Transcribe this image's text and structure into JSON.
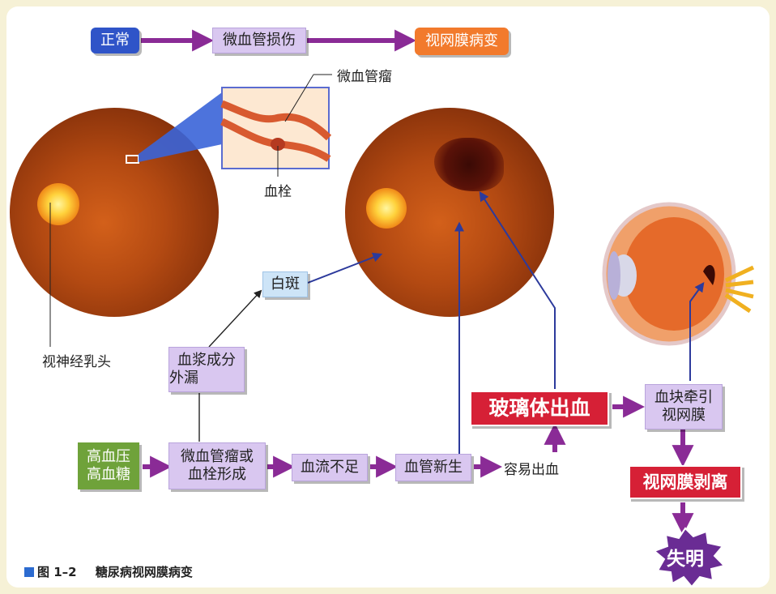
{
  "flow_top": {
    "normal": "正常",
    "damage": "微血管损伤",
    "retinopathy": "视网膜病变"
  },
  "labels": {
    "aneurysm": "微血管瘤",
    "thrombus": "血栓",
    "optic_disc": "视神经乳头"
  },
  "boxes": {
    "white_patch": "白斑",
    "plasma_line1": "血浆成分",
    "plasma_line2": "外漏",
    "cause_line1": "高血压",
    "cause_line2": "高血糖",
    "aneurysm_line1": "微血管瘤或",
    "aneurysm_line2": "血栓形成",
    "low_flow": "血流不足",
    "new_vessels": "血管新生",
    "bleeding": "容易出血",
    "vitreous": "玻璃体出血",
    "clot_line1": "血块牵引",
    "clot_line2": "视网膜",
    "detachment": "视网膜剥离",
    "blindness": "失明"
  },
  "caption": {
    "figure": "图 1–2",
    "title": "糖尿病视网膜病变"
  },
  "colors": {
    "arrow_purple": "#8a2b96",
    "line_blue": "#2c3a9c",
    "normal_box": "#2f54c8",
    "retinopathy_box": "#f27a2c",
    "cause_box": "#6fa23a",
    "vitreous_box": "#d62036",
    "detachment_box": "#d62036",
    "blind_star": "#6a2c94",
    "white_patch_box": "#cde4f7",
    "caption_square": "#2c6bd0"
  }
}
